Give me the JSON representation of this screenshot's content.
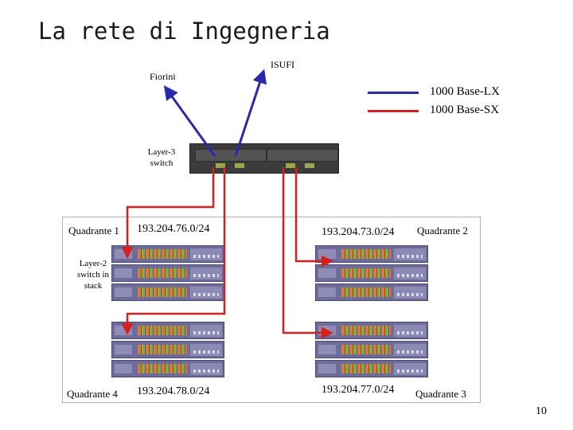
{
  "title": "La rete di Ingegneria",
  "nodes": {
    "fiorini": "Fiorini",
    "isufi": "ISUFI",
    "layer3": "Layer-3 switch",
    "layer2": "Layer-2 switch in stack"
  },
  "legend": {
    "lx_label": "1000 Base-LX",
    "sx_label": "1000 Base-SX",
    "lx_color": "#2a2aa8",
    "sx_color": "#d42020"
  },
  "quadrants": [
    {
      "name": "Quadrante 1",
      "subnet": "193.204.76.0/24"
    },
    {
      "name": "Quadrante 2",
      "subnet": "193.204.73.0/24"
    },
    {
      "name": "Quadrante 3",
      "subnet": "193.204.77.0/24"
    },
    {
      "name": "Quadrante 4",
      "subnet": "193.204.78.0/24"
    }
  ],
  "page_number": "10"
}
